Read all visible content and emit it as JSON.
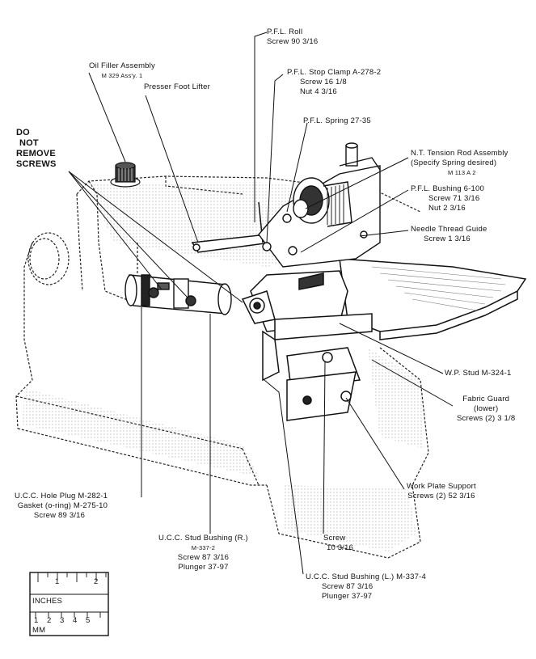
{
  "labels": {
    "pfl_roll": [
      "P.F.L. Roll",
      "Screw 90 3/16"
    ],
    "pfl_stop_clamp": [
      "P.F.L. Stop Clamp  A-278-2",
      "Screw 16 1/8",
      "Nut 4 3/16"
    ],
    "oil_filler": [
      "Oil Filler Assembly",
      "M 329 Ass'y. 1"
    ],
    "presser_foot_lifter": [
      "Presser Foot Lifter"
    ],
    "pfl_spring": [
      "P.F.L. Spring 27-35"
    ],
    "do_not_remove": [
      "DO",
      "NOT",
      "REMOVE",
      "SCREWS"
    ],
    "nt_tension": [
      "N.T. Tension Rod Assembly",
      "(Specify Spring  desired)",
      "M 113 A 2"
    ],
    "pfl_bushing": [
      "P.F.L. Bushing 6-100",
      "Screw 71 3/16",
      "Nut 2 3/16"
    ],
    "needle_thread_guide": [
      "Needle Thread Guide",
      "Screw 1 3/16"
    ],
    "wp_stud": [
      "W.P. Stud M-324-1"
    ],
    "fabric_guard": [
      "Fabric Guard",
      "(lower)",
      "Screws (2) 3 1/8"
    ],
    "work_plate_support": [
      "Work Plate Support",
      "Screws (2) 52 3/16"
    ],
    "ucc_hole_plug": [
      "U.C.C. Hole Plug M-282-1",
      "Gasket (o-ring) M-275-10",
      "Screw 89 3/16"
    ],
    "ucc_stud_bushing_r": [
      "U.C.C. Stud Bushing (R.)",
      "M-337-2",
      "Screw 87 3/16",
      "Plunger 37-97"
    ],
    "screw_10": [
      "Screw",
      "10 3/16"
    ],
    "ucc_stud_bushing_l": [
      "U.C.C. Stud Bushing (L.) M-337-4",
      "Screw 87 3/16",
      "Plunger 37-97"
    ]
  },
  "scale": {
    "inches_label": "INCHES",
    "mm_label": "MM",
    "inch_ticks": [
      "1",
      "2"
    ],
    "mm_ticks": [
      "1",
      "2",
      "3",
      "4",
      "5"
    ]
  },
  "colors": {
    "ink": "#111111",
    "paper": "#ffffff",
    "stipple": "#b8b8b8"
  }
}
